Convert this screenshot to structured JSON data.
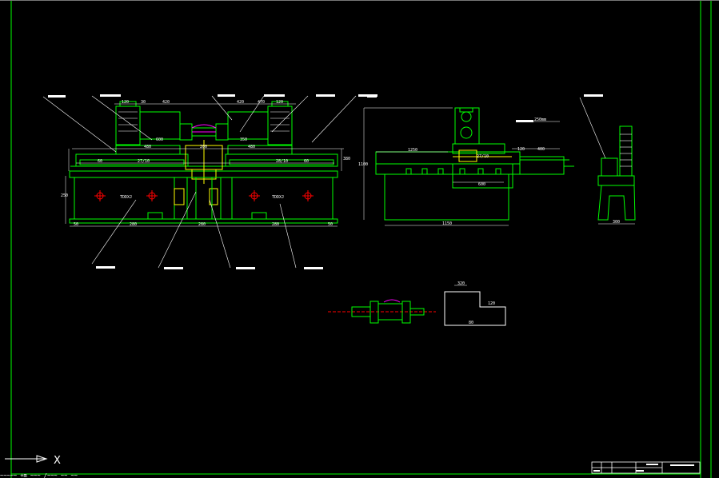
{
  "colors": {
    "background": "#000000",
    "frame": "#00ff00",
    "outline": "#00ff00",
    "yellow": "#ffff00",
    "magenta": "#ff00ff",
    "red": "#ff0000",
    "cyan": "#00ffff",
    "white": "#ffffff"
  },
  "front_view": {
    "dims_top": [
      "120",
      "30",
      "420",
      "420",
      "470",
      "120"
    ],
    "dims_mid": [
      "480",
      "600",
      "200",
      "350",
      "480"
    ],
    "dims_low": [
      "60",
      "27/10",
      "28/10",
      "60"
    ],
    "dims_bottom": [
      "50",
      "280",
      "280",
      "280",
      "50"
    ],
    "dim_right": "380",
    "dim_left": "250",
    "label_left_base": "TDDXJ",
    "label_right_base": "TDDXJ"
  },
  "side_view": {
    "dims_top": [
      "120",
      "400"
    ],
    "dims_mid": [
      "1250",
      "27/10"
    ],
    "dim_bottom": "1150",
    "dim_inner": "600",
    "dim_left": "1100",
    "note": "250mm"
  },
  "end_view": {
    "dim_bottom": "300"
  },
  "small_view": {
    "dims": [
      "320",
      "120",
      "80"
    ]
  },
  "ucs_icon": {
    "x_label": "X"
  },
  "command_line": {
    "text": "~~~~~ +m ~~~ /~~~ ~~ ~~"
  }
}
